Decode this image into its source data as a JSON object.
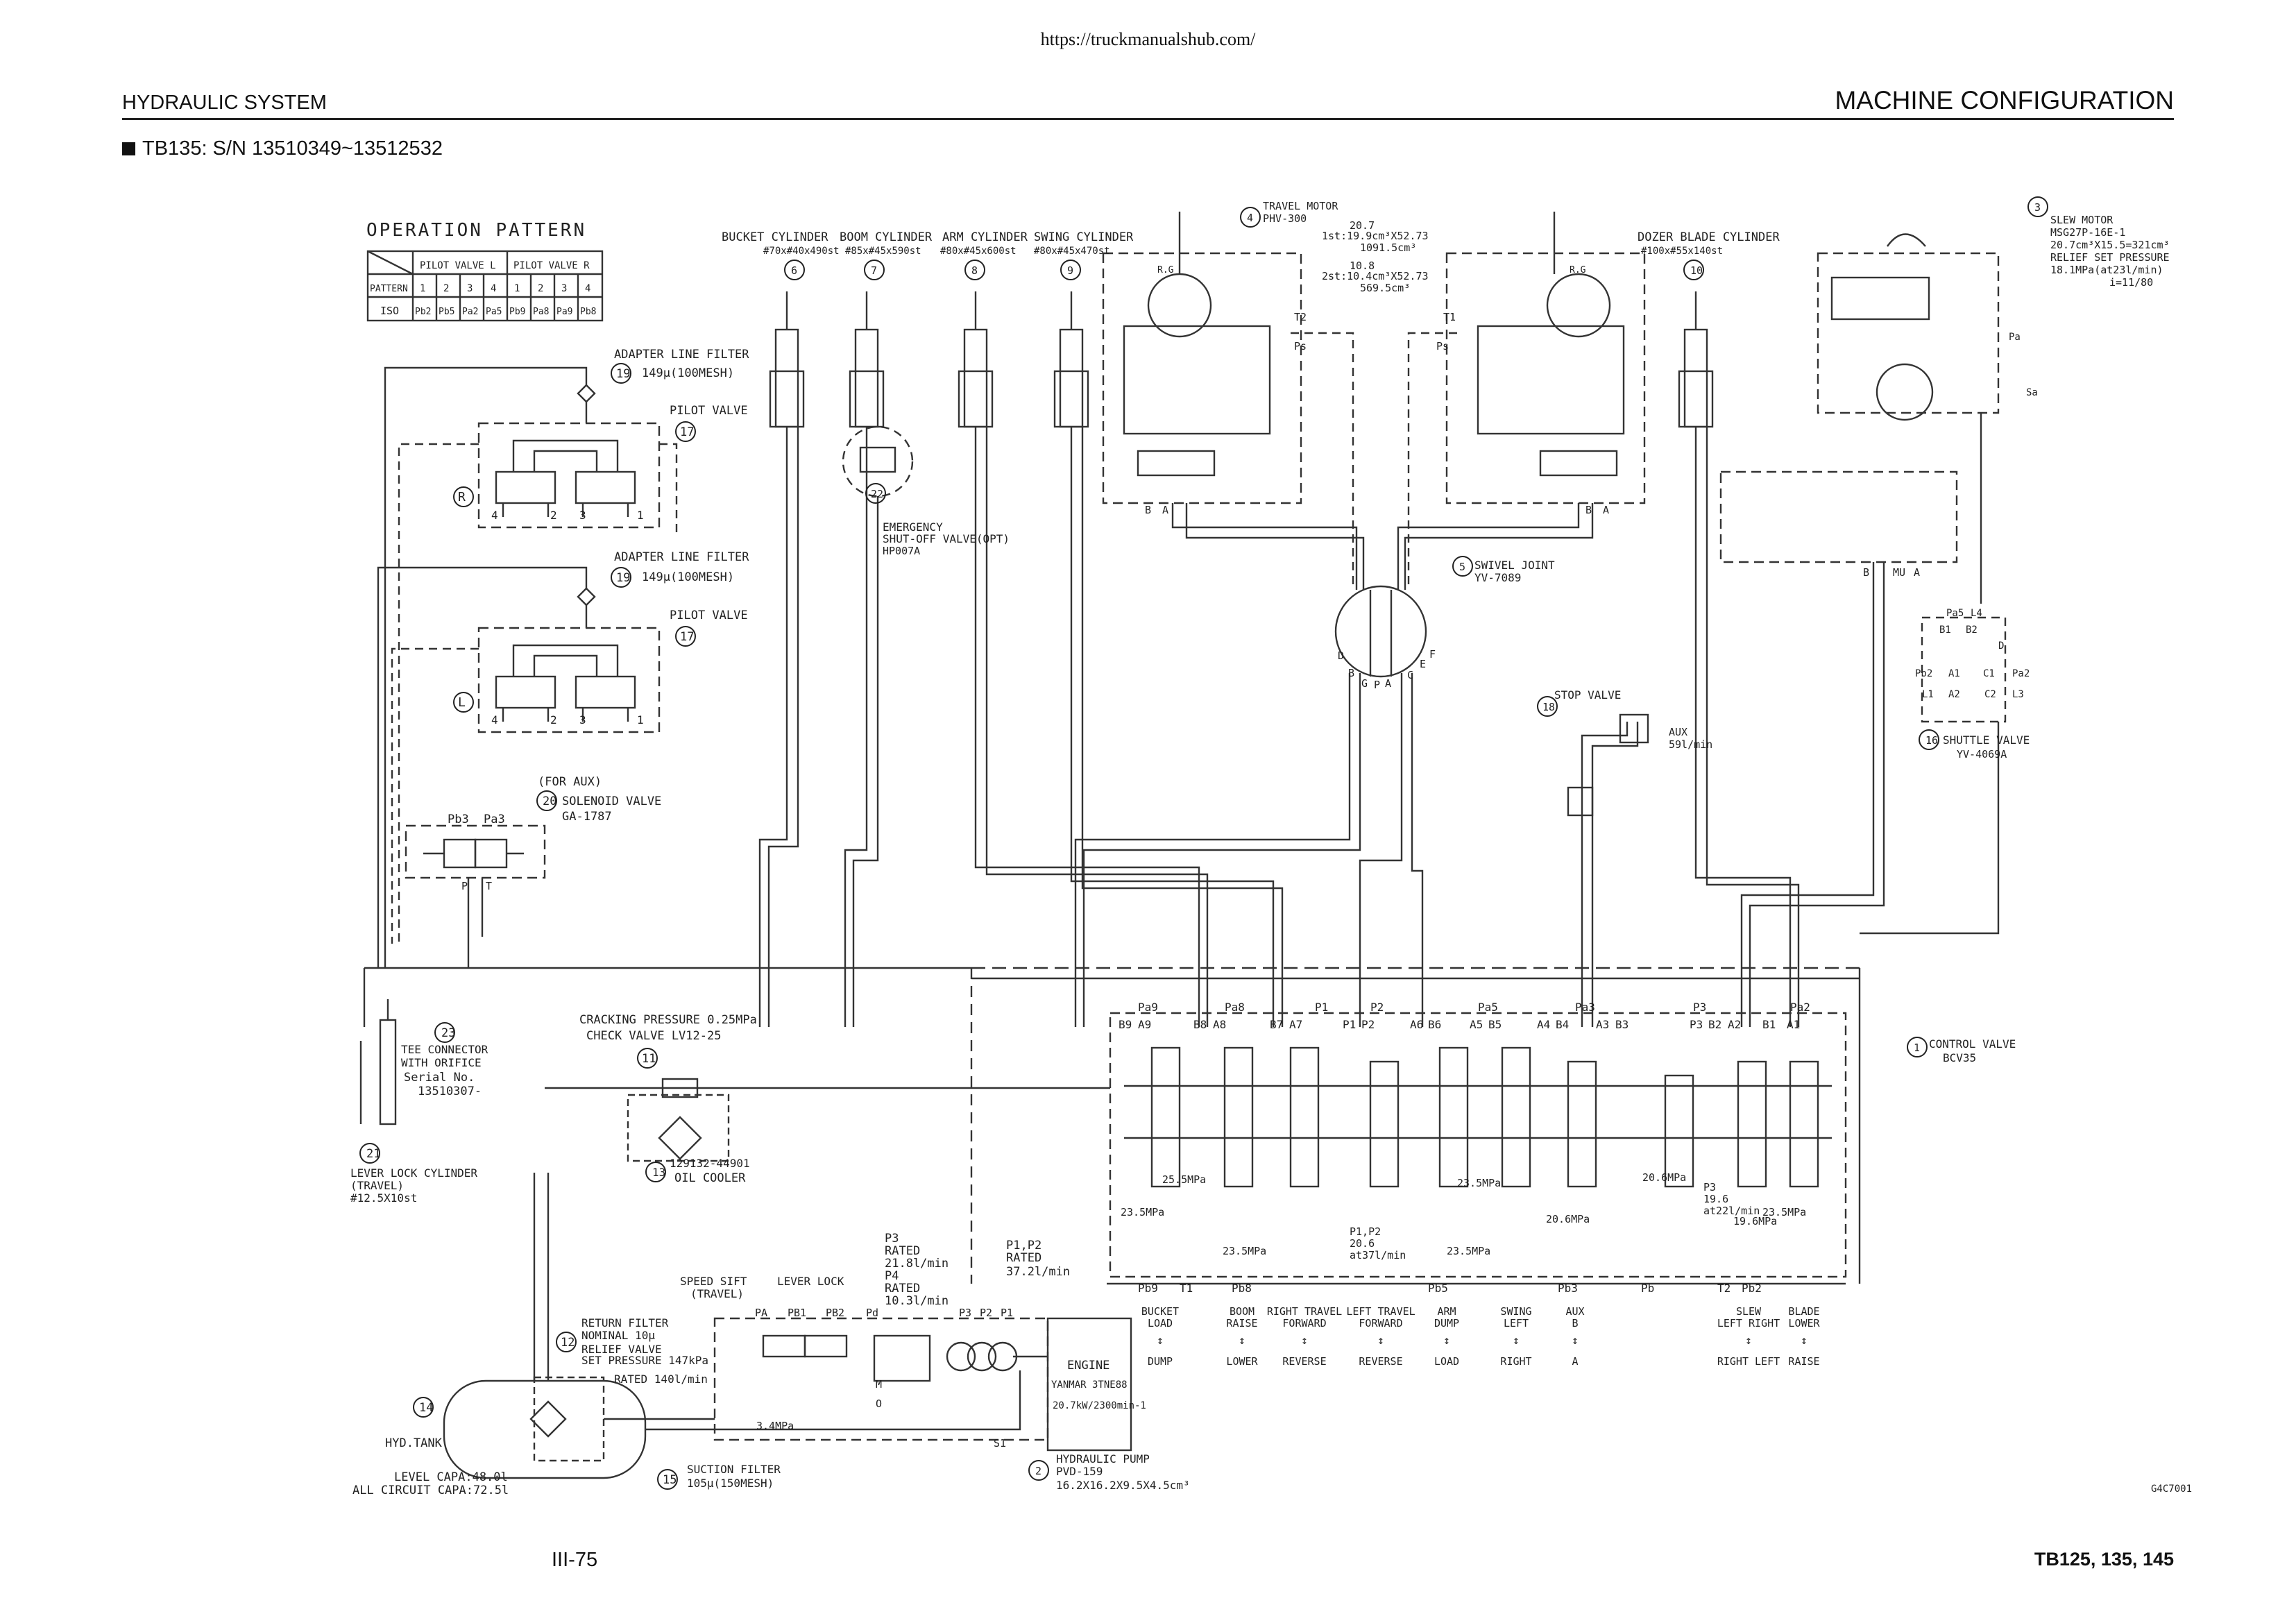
{
  "page": {
    "url": "https://truckmanualshub.com/",
    "section_left": "HYDRAULIC SYSTEM",
    "section_right": "MACHINE CONFIGURATION",
    "subtitle": "TB135: S/N 13510349~13512532",
    "page_number": "III-75",
    "model": "TB125, 135, 145",
    "figure_code": "G4C7001"
  },
  "operation_pattern": {
    "title": "OPERATION PATTERN",
    "group_l": "PILOT VALVE L",
    "group_r": "PILOT VALVE R",
    "row1_label": "PATTERN",
    "row1": [
      "1",
      "2",
      "3",
      "4",
      "1",
      "2",
      "3",
      "4"
    ],
    "row2_label": "ISO",
    "row2": [
      "Pb2",
      "Pb5",
      "Pa2",
      "Pa5",
      "Pb9",
      "Pa8",
      "Pa9",
      "Pb8"
    ]
  },
  "components": {
    "c1": {
      "num": "1",
      "name": "CONTROL VALVE",
      "model": "BCV35"
    },
    "c2": {
      "num": "2",
      "name": "HYDRAULIC PUMP",
      "model": "PVD-159",
      "spec": "16.2X16.2X9.5X4.5cm³"
    },
    "c3": {
      "num": "3",
      "name": "SLEW MOTOR",
      "model": "MSG27P-16E-1",
      "spec1": "20.7cm³X15.5=321cm³",
      "spec2": "RELIEF SET PRESSURE",
      "spec3": "18.1MPa(at23l/min)",
      "spec4": "i=11/80"
    },
    "c4": {
      "num": "4",
      "name": "TRAVEL MOTOR",
      "model": "PHV-300",
      "spec1": "20.7",
      "spec2": "1st:19.9cm³X52.73",
      "spec3": "1091.5cm³",
      "spec4": "10.8",
      "spec5": "2st:10.4cm³X52.73",
      "spec6": "569.5cm³"
    },
    "c5": {
      "num": "5",
      "name": "SWIVEL JOINT",
      "model": "YV-7089"
    },
    "c6": {
      "num": "6",
      "name": "BUCKET CYLINDER",
      "spec": "#70x#40x490st"
    },
    "c7": {
      "num": "7",
      "name": "BOOM CYLINDER",
      "spec": "#85x#45x590st"
    },
    "c8": {
      "num": "8",
      "name": "ARM CYLINDER",
      "spec": "#80x#45x600st"
    },
    "c9": {
      "num": "9",
      "name": "SWING CYLINDER",
      "spec": "#80x#45x470st"
    },
    "c10": {
      "num": "10",
      "name": "DOZER BLADE CYLINDER",
      "spec": "#100x#55x140st"
    },
    "c11": {
      "num": "11",
      "line1": "CRACKING PRESSURE 0.25MPa",
      "line2": "CHECK VALVE LV12-25"
    },
    "c12": {
      "num": "12",
      "line1": "RETURN FILTER",
      "line2": "NOMINAL 10μ",
      "line3": "RELIEF VALVE",
      "line4": "SET PRESSURE 147kPa",
      "line5": "RATED 140l/min"
    },
    "c13": {
      "num": "13",
      "line1": "129132-44901",
      "line2": "OIL COOLER"
    },
    "c14": {
      "num": "14",
      "name": "HYD.TANK",
      "line1": "LEVEL CAPA:48.0l",
      "line2": "ALL CIRCUIT CAPA:72.5l"
    },
    "c15": {
      "num": "15",
      "name": "SUCTION FILTER",
      "spec": "105μ(150MESH)"
    },
    "c16": {
      "num": "16",
      "name": "SHUTTLE VALVE",
      "model": "YV-4069A"
    },
    "c17": {
      "num": "17",
      "name": "PILOT VALVE"
    },
    "c18": {
      "num": "18",
      "name": "STOP VALVE",
      "aux1": "AUX",
      "aux2": "59l/min"
    },
    "c19": {
      "num": "19",
      "name": "ADAPTER LINE FILTER",
      "spec": "149μ(100MESH)"
    },
    "c20": {
      "num": "20",
      "pre": "(FOR AUX)",
      "name": "SOLENOID VALVE",
      "model": "GA-1787"
    },
    "c21": {
      "num": "21",
      "line1": "LEVER LOCK CYLINDER",
      "line2": "(TRAVEL)",
      "line3": "#12.5X10st"
    },
    "c22": {
      "num": "22",
      "line1": "EMERGENCY",
      "line2": "SHUT-OFF VALVE(OPT)",
      "line3": "HP007A"
    },
    "c23": {
      "num": "23",
      "line1": "TEE CONNECTOR",
      "line2": "WITH ORIFICE",
      "line3": "Serial No.",
      "line4": "13510307-"
    }
  },
  "ports": {
    "valve_top": [
      "B9",
      "A9",
      "B8",
      "A8",
      "B7",
      "A7",
      "P1",
      "P2",
      "A6",
      "B6",
      "A5",
      "B5",
      "A4",
      "B4",
      "A3",
      "B3",
      "P3",
      "B2",
      "A2",
      "B1",
      "A1"
    ],
    "valve_pilot_top": [
      "Pa9",
      "Pa8",
      "P1",
      "P2",
      "Pa5",
      "Pa3",
      "P3",
      "Pa2"
    ],
    "valve_bottom": [
      "Pb9",
      "T1",
      "Pb8",
      "Pb5",
      "Pb3",
      "Pb",
      "T2",
      "Pb2"
    ],
    "pilot_numbers": [
      "4",
      "2",
      "3",
      "1"
    ],
    "pilot_letters": {
      "r": "R",
      "l": "L"
    },
    "solenoid": [
      "Pb3",
      "Pa3",
      "P",
      "T"
    ],
    "shuttle": [
      "Pa5",
      "L4",
      "B1",
      "B2",
      "D",
      "Pb2",
      "A1",
      "C1",
      "Pa2",
      "L1",
      "A2",
      "C2",
      "L3"
    ],
    "swivel": [
      "D",
      "B",
      "G",
      "P",
      "A",
      "C",
      "E",
      "F"
    ],
    "slew": [
      "Pa",
      "Sa",
      "B",
      "MU",
      "A"
    ],
    "travel": [
      "T2",
      "Ps",
      "T1",
      "Ps",
      "B",
      "A",
      "B",
      "A",
      "R.G",
      "R.G"
    ],
    "lever_lock": [
      "SPEED SIFT",
      "(TRAVEL)",
      "LEVER LOCK",
      "PA",
      "PB1",
      "PB2",
      "Pd"
    ],
    "pump": [
      "P3",
      "P2",
      "P1",
      "S1",
      "M",
      "O"
    ]
  },
  "pressures": {
    "relief": [
      "25.5",
      "23.5",
      "23.5",
      "20.6",
      "23.5",
      "23.5",
      "20.6",
      "20.6",
      "19.6",
      "23.5"
    ],
    "unit": "MPa",
    "p12_note": [
      "P1,P2",
      "20.6",
      "at37l/min"
    ],
    "p3_note": [
      "P3",
      "19.6",
      "at22l/min"
    ],
    "pump_rated": [
      "P3",
      "RATED",
      "21.8l/min",
      "P4",
      "RATED",
      "10.3l/min",
      "P1,P2",
      "RATED",
      "37.2l/min"
    ],
    "lever_lock_pressure": "3.4MPa"
  },
  "engine": {
    "label": "ENGINE",
    "model": "YANMAR 3TNE88",
    "power": "20.7kW/2300min-1"
  },
  "function_labels": [
    {
      "top1": "BUCKET",
      "top2": "LOAD",
      "bottom": "DUMP"
    },
    {
      "top1": "BOOM",
      "top2": "RAISE",
      "bottom": "LOWER"
    },
    {
      "top1": "RIGHT TRAVEL",
      "top2": "FORWARD",
      "bottom": "REVERSE"
    },
    {
      "top1": "LEFT TRAVEL",
      "top2": "FORWARD",
      "bottom": "REVERSE"
    },
    {
      "top1": "ARM",
      "top2": "DUMP",
      "bottom": "LOAD"
    },
    {
      "top1": "SWING",
      "top2": "LEFT",
      "bottom": "RIGHT"
    },
    {
      "top1": "AUX",
      "top2": "B",
      "bottom": "A"
    },
    {
      "top1": "SLEW",
      "top2": "LEFT RIGHT",
      "bottom": "RIGHT LEFT"
    },
    {
      "top1": "BLADE",
      "top2": "LOWER",
      "bottom": "RAISE"
    }
  ]
}
